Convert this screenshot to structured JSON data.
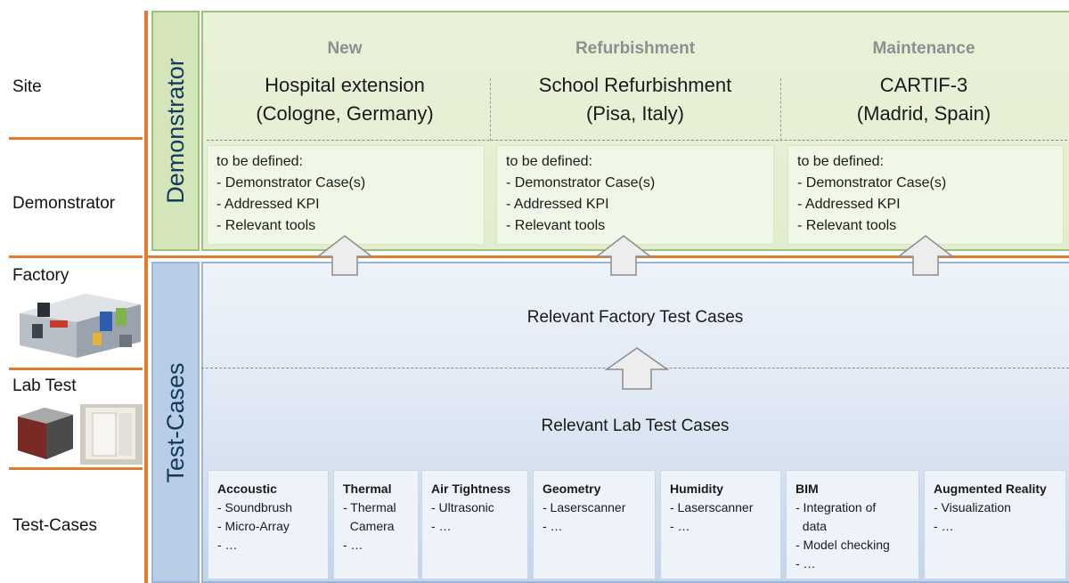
{
  "row_labels": {
    "site": "Site",
    "demonstrator": "Demonstrator",
    "factory": "Factory",
    "lab_test": "Lab Test",
    "test_cases": "Test-Cases"
  },
  "bands": {
    "demonstrator": "Demonstrator",
    "test_cases": "Test-Cases"
  },
  "demonstrators": [
    {
      "category": "New",
      "project_line1": "Hospital extension",
      "project_line2": "(Cologne, Germany)",
      "def_title": "to be defined:",
      "items": [
        "- Demonstrator Case(s)",
        "- Addressed KPI",
        "- Relevant tools"
      ]
    },
    {
      "category": "Refurbishment",
      "project_line1": "School Refurbishment",
      "project_line2": "(Pisa, Italy)",
      "def_title": "to be defined:",
      "items": [
        "- Demonstrator Case(s)",
        "- Addressed KPI",
        "- Relevant tools"
      ]
    },
    {
      "category": "Maintenance",
      "project_line1": "CARTIF-3",
      "project_line2": "(Madrid, Spain)",
      "def_title": "to be defined:",
      "items": [
        "- Demonstrator Case(s)",
        "- Addressed KPI",
        "- Relevant tools"
      ]
    }
  ],
  "factory_text": "Relevant Factory Test Cases",
  "lab_text": "Relevant Lab Test Cases",
  "test_cases": [
    {
      "title": "Accoustic",
      "items": [
        "- Soundbrush",
        "- Micro-Array",
        "- …"
      ]
    },
    {
      "title": "Thermal",
      "items": [
        "- Thermal",
        "  Camera",
        "- …"
      ]
    },
    {
      "title": "Air Tightness",
      "items": [
        "- Ultrasonic",
        "- …"
      ]
    },
    {
      "title": "Geometry",
      "items": [
        "- Laserscanner",
        "- …"
      ]
    },
    {
      "title": "Humidity",
      "items": [
        "- Laserscanner",
        "- …"
      ]
    },
    {
      "title": "BIM",
      "items": [
        "- Integration of",
        "  data",
        "- Model checking",
        "- …"
      ]
    },
    {
      "title": "Augmented Reality",
      "items": [
        "- Visualization",
        "- …"
      ]
    }
  ],
  "colors": {
    "separator": "#e47a2c",
    "demo_border": "#9cc17a",
    "test_border": "#9bb5d6"
  }
}
